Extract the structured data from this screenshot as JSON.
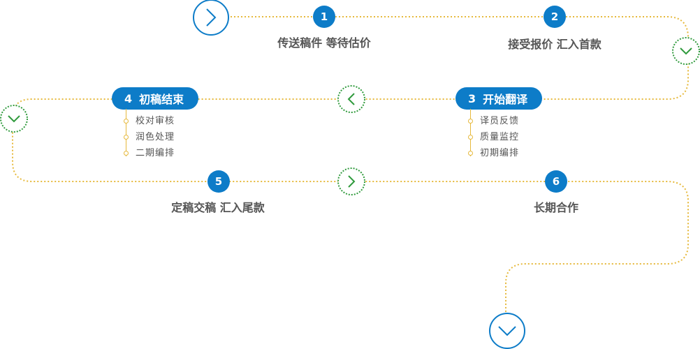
{
  "steps": [
    {
      "number": "1",
      "label": "传送稿件 等待估价"
    },
    {
      "number": "2",
      "label": "接受报价 汇入首款"
    },
    {
      "number": "3",
      "label": "开始翻译",
      "subitems": [
        "译员反馈",
        "质量监控",
        "初期编排"
      ]
    },
    {
      "number": "4",
      "label": "初稿结束",
      "subitems": [
        "校对审核",
        "润色处理",
        "二期编排"
      ]
    },
    {
      "number": "5",
      "label": "定稿交稿 汇入尾款"
    },
    {
      "number": "6",
      "label": "长期合作"
    }
  ],
  "icons": {
    "start": "chevron-right-icon",
    "turn_right": "chevron-down-icon",
    "turn_left_mid": "chevron-left-icon",
    "turn_left": "chevron-down-icon",
    "mid_bottom": "chevron-right-icon",
    "end": "chevron-down-icon"
  },
  "colors": {
    "step_blue": "#0d7cc8",
    "path_gold": "#e6b93c",
    "chevron_green": "#2f9a3c",
    "text_gray": "#555555"
  }
}
